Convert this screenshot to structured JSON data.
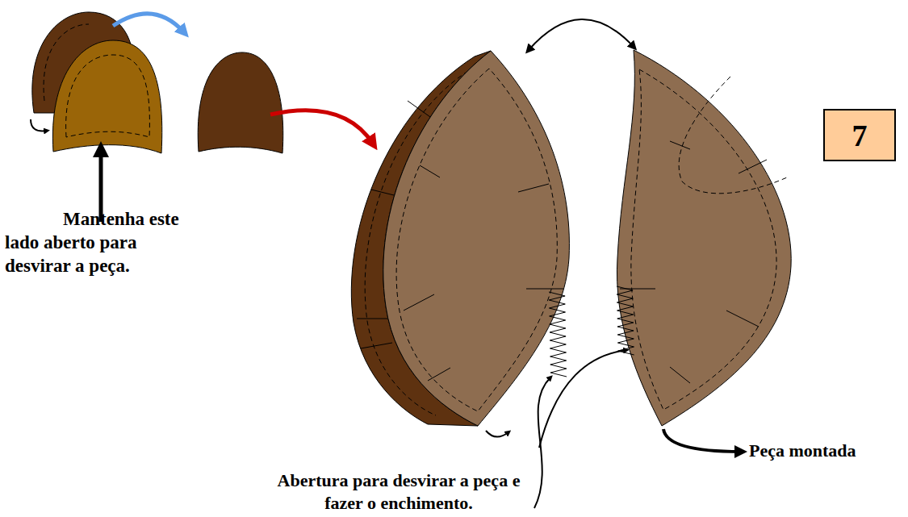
{
  "diagram": {
    "nodes": [
      {
        "text": [
          "7"
        ]
      }
    ],
    "edges": [],
    "labels": [
      "Mantenha este lado aberto para desvirar a peça.",
      "Abertura para desvirar a peça e fazer o enchimento.",
      "Peça montada"
    ]
  }
}
